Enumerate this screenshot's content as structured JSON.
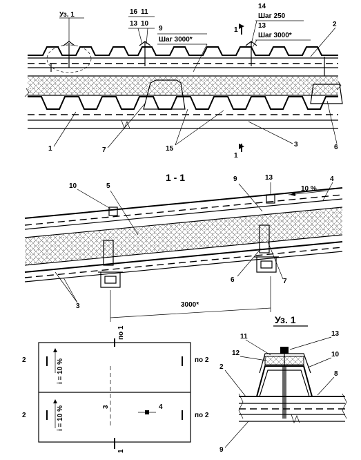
{
  "top_section": {
    "node_ref": "Уз. 1",
    "labels": [
      "16",
      "11",
      "13",
      "10",
      "9",
      "14",
      "13",
      "2",
      "1",
      "7",
      "15",
      "3",
      "6"
    ],
    "pitch_3000": "Шаг 3000*",
    "pitch_250": "Шаг 250",
    "pitch_3000_b": "Шаг 3000*",
    "cut_mark_top": "1",
    "cut_mark_bottom": "1"
  },
  "section_1_1": {
    "title": "1 - 1",
    "labels": [
      "10",
      "5",
      "9",
      "13",
      "4",
      "6",
      "7",
      "3"
    ],
    "slope": "10 %",
    "span": "3000*"
  },
  "plan": {
    "labels_left": [
      "2",
      "2"
    ],
    "labels_right": [
      "по 2",
      "по 2"
    ],
    "top_label": "по 1",
    "bottom_label": "1",
    "slope_upper": "i = 10 %",
    "slope_lower": "i = 10 %",
    "mid_label": "3",
    "node_label": "4"
  },
  "node_1": {
    "title": "Уз. 1",
    "labels": [
      "11",
      "13",
      "12",
      "10",
      "2",
      "8",
      "9"
    ]
  }
}
